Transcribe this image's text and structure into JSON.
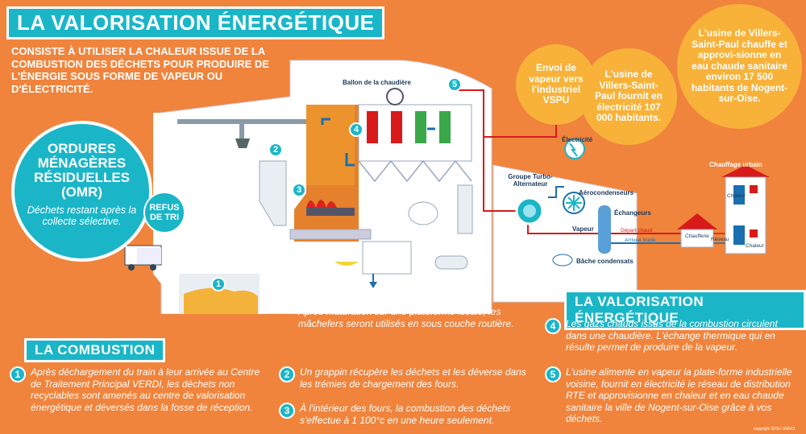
{
  "title_main": "LA VALORISATION ÉNERGÉTIQUE",
  "intro": "CONSISTE À UTILISER LA CHALEUR ISSUE DE LA COMBUSTION DES DÉCHETS POUR PRODUIRE DE L'ÉNERGIE SOUS FORME DE VAPEUR OU D'ÉLECTRICITÉ.",
  "omr": {
    "title": "ORDURES MÉNAGÈRES RÉSIDUELLES (OMR)",
    "subtitle": "Déchets restant après la collecte sélective."
  },
  "refus": "REFUS DE TRI",
  "circles": {
    "vspu": "Envoi de vapeur vers l'industriel VSPU",
    "electricity": "L'usine de Villers-Saint-Paul fournit en électricité 107 000 habitants.",
    "heat": "L'usine de Villers-Saint-Paul chauffe et approvi-sionne en eau chaude sanitaire environ 17 500 habitants de Nogent-sur-Oise."
  },
  "diagram_labels": {
    "ballon": "Ballon de la chaudière",
    "electricite": "Électricité",
    "groupe": "Groupe Turbo-Alternateur",
    "aerocondenseurs": "Aérocondenseurs",
    "echangeurs": "Échangeurs",
    "vapeur": "Vapeur",
    "depart_chaud": "Départ chaud",
    "arrivee_froide": "Arrivée froide",
    "bache": "Bâche condensats",
    "chauffage": "Chauffage urbain",
    "chauffeuse": "Chaufferie",
    "reseau": "Réseau",
    "chaleur": "Chaleur",
    "chaleur2": "Chaleur",
    "n1": "1",
    "n2": "2",
    "n3": "3",
    "n4": "4",
    "n5": "5"
  },
  "machefers": {
    "title": "MÂCHEFERS",
    "text": "Après maturation sur une plateforme locale, les mâchefers seront utilisés en sous couche routière."
  },
  "combustion": {
    "title": "LA COMBUSTION",
    "steps": [
      {
        "n": "1",
        "text": "Après déchargement du train à leur arrivée au Centre de Traitement Principal VERDI, les déchets non recyclables sont amenés au centre de valorisation énergétique et déversés dans la fosse de réception."
      },
      {
        "n": "2",
        "text": "Un grappin récupère les déchets et les déverse dans les trémies de chargement des fours."
      },
      {
        "n": "3",
        "text": "À l'intérieur des fours, la combustion des déchets s'effectue à 1 100°c en une heure seulement."
      }
    ]
  },
  "valorisation": {
    "title": "LA VALORISATION ÉNERGÉTIQUE",
    "steps": [
      {
        "n": "4",
        "text": "Les gazs chauds issus de la combustion circulent dans une chaudière. L'échange thermique qui en résulte permet de produire de la vapeur."
      },
      {
        "n": "5",
        "text": "L'usine alimente en vapeur la plate-forme industrielle voisine, fournit en électricité le réseau de distribution RTE et approvisionne en chaleur et en eau chaude sanitaire la ville de Nogent-sur-Oise grâce à vos déchets."
      }
    ]
  },
  "copyright": "copyright SITA / SMVO",
  "colors": {
    "background": "#f0843c",
    "teal": "#1ab6c8",
    "circle": "#f8b23a"
  }
}
